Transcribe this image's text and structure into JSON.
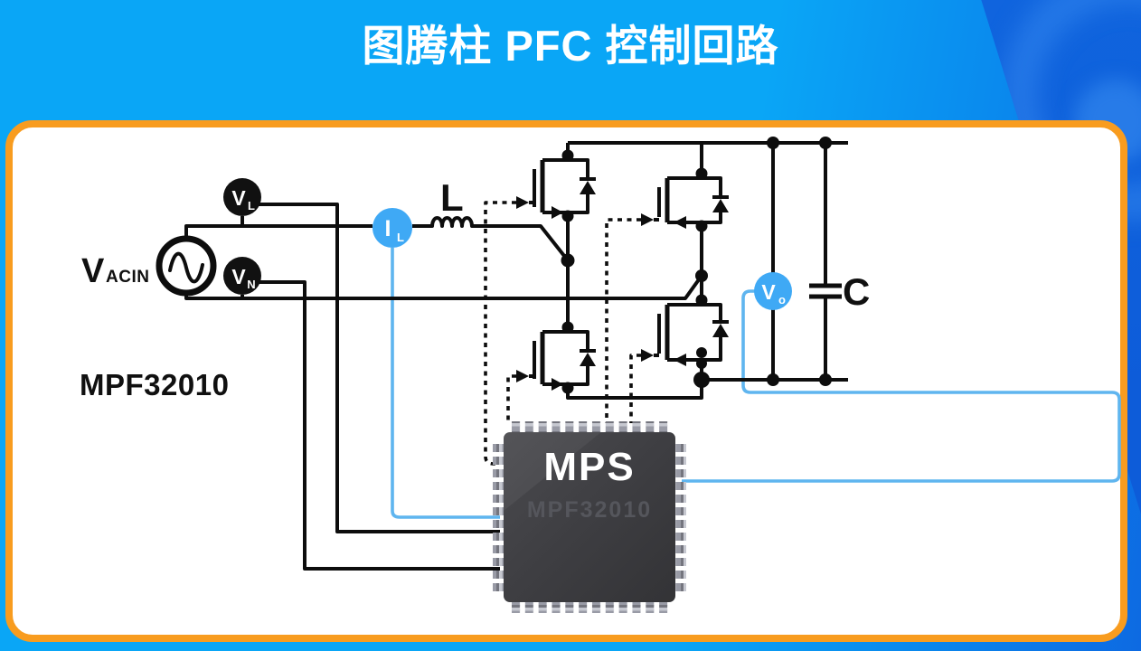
{
  "title": "图腾柱 PFC 控制回路",
  "panel": {
    "part_label": "MPF32010"
  },
  "labels": {
    "vacin": {
      "main": "V",
      "sub": "ACIN"
    },
    "vl": {
      "main": "V",
      "sub": "L"
    },
    "vn": {
      "main": "V",
      "sub": "N"
    },
    "il": {
      "main": "I",
      "sub": "L"
    },
    "vo": {
      "main": "V",
      "sub": "o"
    },
    "inductor": "L",
    "capacitor": "C"
  },
  "chip": {
    "logo": "MPS",
    "part": "MPF32010"
  },
  "colors": {
    "bg-blue": "#0aa6f6",
    "bg-blue-dark": "#0d5cd9",
    "panel-border": "#f89c1f",
    "panel-bg": "#ffffff",
    "title-text": "#ffffff",
    "wire": "#0d0d0d",
    "wire-blue": "#5fb5ef",
    "probe-blue": "#3fa9f5",
    "probe-dark": "#111111",
    "chip-engraving": "#55565c"
  }
}
